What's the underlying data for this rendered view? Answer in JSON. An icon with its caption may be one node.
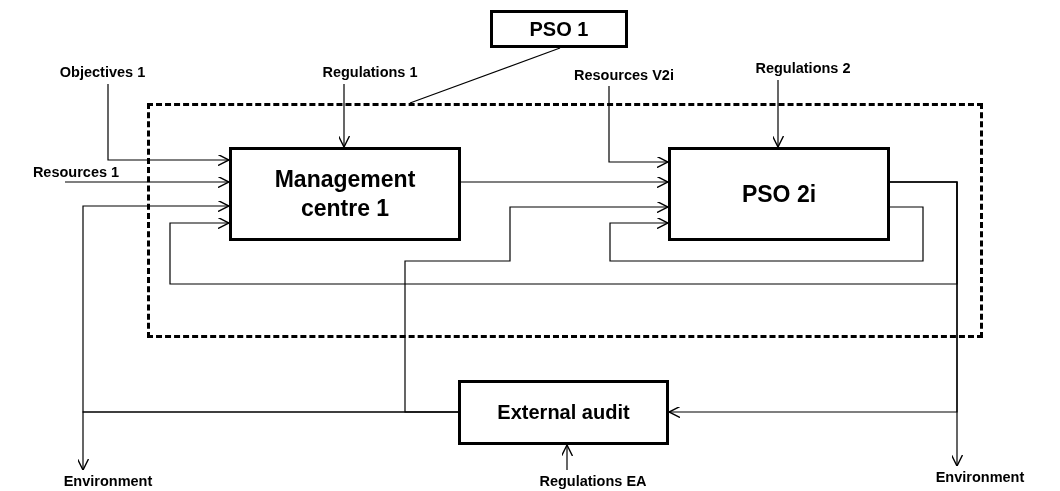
{
  "diagram": {
    "nodes": [
      {
        "text": [
          "PSO 1"
        ]
      },
      {
        "text": [
          "Objectives 1"
        ]
      },
      {
        "text": [
          "Regulations 1"
        ]
      },
      {
        "text": [
          "Resources V2i"
        ]
      },
      {
        "text": [
          "Regulations 2"
        ]
      },
      {
        "text": [
          "Resources 1"
        ]
      },
      {
        "text": [],
        "shape": "box"
      },
      {
        "text": [
          "Management centre 1"
        ],
        "in": 6
      },
      {
        "text": [
          "PSO 2i"
        ],
        "in": 6
      },
      {
        "text": [
          "External audit"
        ]
      },
      {
        "text": [
          "Environment"
        ]
      },
      {
        "text": [
          "Regulations EA"
        ]
      },
      {
        "text": [
          "Environment"
        ]
      }
    ],
    "edges": [
      {
        "from": 0,
        "to": 6,
        "arrow": "none"
      },
      {
        "from": 1,
        "to": 7,
        "arrow": "to"
      },
      {
        "from": 2,
        "to": 7,
        "arrow": "to"
      },
      {
        "from": 5,
        "to": 7,
        "arrow": "to"
      },
      {
        "from": 7,
        "to": 8,
        "arrow": "to"
      },
      {
        "from": 3,
        "to": 8,
        "arrow": "to"
      },
      {
        "from": 4,
        "to": 8,
        "arrow": "to"
      },
      {
        "from": 8,
        "to": 12,
        "arrow": "to"
      },
      {
        "from": 8,
        "to": 9,
        "arrow": "to"
      },
      {
        "from": 8,
        "to": 7,
        "arrow": "to"
      },
      {
        "from": 8,
        "to": 8,
        "arrow": "to"
      },
      {
        "from": 9,
        "to": 7,
        "arrow": "to"
      },
      {
        "from": 9,
        "to": 10,
        "arrow": "to"
      },
      {
        "from": 9,
        "to": 8,
        "arrow": "to"
      },
      {
        "from": 11,
        "to": 9,
        "arrow": "to"
      }
    ]
  }
}
